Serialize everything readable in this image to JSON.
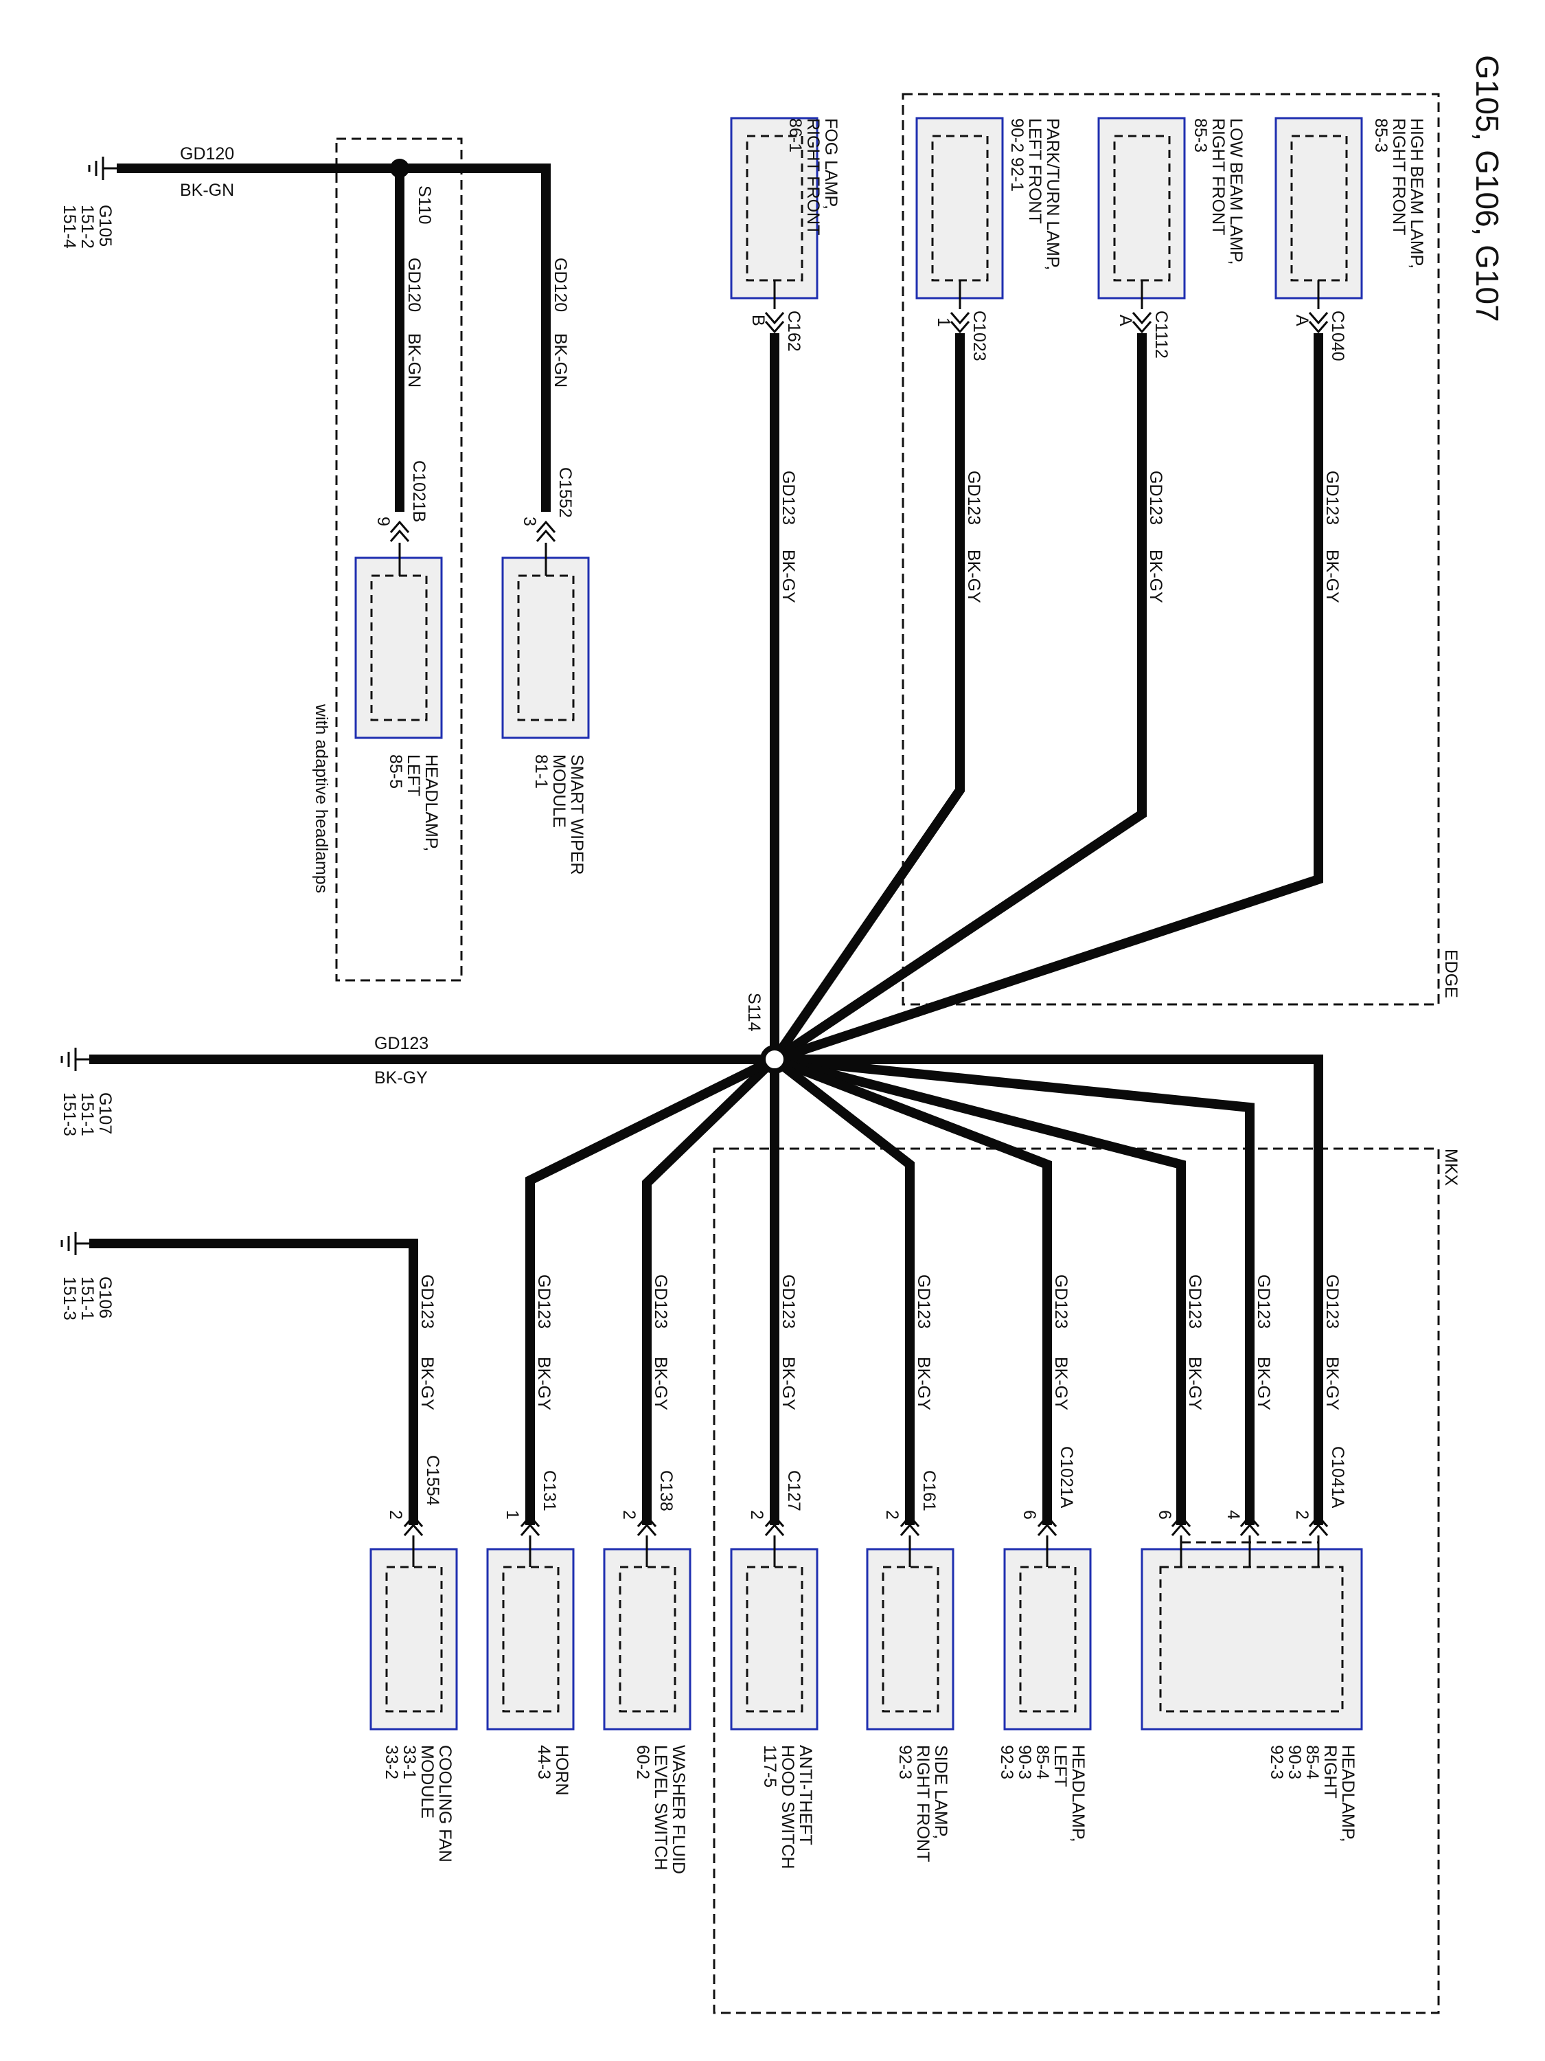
{
  "title": "G105, G106, G107",
  "regions": {
    "edge": "EDGE",
    "mkx": "MKX",
    "adaptive": "with adaptive headlamps"
  },
  "splices": {
    "s110": "S110",
    "s114": "S114"
  },
  "grounds": [
    {
      "id": "g105",
      "lines": [
        "G105",
        "151-2",
        "151-4"
      ]
    },
    {
      "id": "g107",
      "lines": [
        "G107",
        "151-1",
        "151-3"
      ]
    },
    {
      "id": "g106",
      "lines": [
        "G106",
        "151-1",
        "151-3"
      ]
    }
  ],
  "wires": {
    "gd120_top": {
      "circuit": "GD120",
      "color": "BK-GN"
    },
    "gd123_main": {
      "circuit": "GD123",
      "color": "BK-GY"
    }
  },
  "top_components": [
    {
      "id": "fog",
      "lines": [
        "FOG LAMP,",
        "RIGHT FRONT",
        "86-1"
      ],
      "connector": "C162",
      "pin": "B",
      "circuit": "GD123",
      "color": "BK-GY"
    },
    {
      "id": "park",
      "lines": [
        "PARK/TURN LAMP,",
        "LEFT FRONT",
        "90-2    92-1"
      ],
      "connector": "C1023",
      "pin": "1",
      "circuit": "GD123",
      "color": "BK-GY"
    },
    {
      "id": "lowbeam",
      "lines": [
        "LOW BEAM LAMP,",
        "RIGHT FRONT",
        "85-3"
      ],
      "connector": "C1112",
      "pin": "A",
      "circuit": "GD123",
      "color": "BK-GY"
    },
    {
      "id": "highbeam",
      "lines": [
        "HIGH BEAM LAMP,",
        "RIGHT FRONT",
        "85-3"
      ],
      "connector": "C1040",
      "pin": "A",
      "circuit": "GD123",
      "color": "BK-GY"
    }
  ],
  "mid_components": [
    {
      "id": "wiper",
      "lines": [
        "SMART WIPER",
        "MODULE",
        "81-1"
      ],
      "connector": "C1552",
      "pin": "3",
      "circuit": "GD120",
      "color": "BK-GN"
    },
    {
      "id": "hl_left_adaptive",
      "lines": [
        "HEADLAMP,",
        "LEFT",
        "85-5"
      ],
      "connector": "C1021B",
      "pin": "9",
      "circuit": "GD120",
      "color": "BK-GN"
    }
  ],
  "bottom_components": [
    {
      "id": "fan",
      "lines": [
        "COOLING FAN",
        "MODULE",
        "33-1",
        "33-2"
      ],
      "connector": "C1554",
      "pin": "2",
      "circuit": "GD123",
      "color": "BK-GY"
    },
    {
      "id": "horn",
      "lines": [
        "HORN",
        "44-3"
      ],
      "connector": "C131",
      "pin": "1",
      "circuit": "GD123",
      "color": "BK-GY"
    },
    {
      "id": "washer",
      "lines": [
        "WASHER FLUID",
        "LEVEL SWITCH",
        "60-2"
      ],
      "connector": "C138",
      "pin": "2",
      "circuit": "GD123",
      "color": "BK-GY"
    },
    {
      "id": "antitheft",
      "lines": [
        "ANTI-THEFT",
        "HOOD SWITCH",
        "117-5"
      ],
      "connector": "C127",
      "pin": "2",
      "circuit": "GD123",
      "color": "BK-GY"
    },
    {
      "id": "sidelamp",
      "lines": [
        "SIDE LAMP,",
        "RIGHT FRONT",
        "92-3"
      ],
      "connector": "C161",
      "pin": "2",
      "circuit": "GD123",
      "color": "BK-GY"
    },
    {
      "id": "hl_left",
      "lines": [
        "HEADLAMP,",
        "LEFT",
        "85-4",
        "90-3",
        "92-3"
      ],
      "connector": "C1021A",
      "pin": "6",
      "circuit": "GD123",
      "color": "BK-GY"
    },
    {
      "id": "hl_right",
      "lines": [
        "HEADLAMP,",
        "RIGHT",
        "85-4",
        "90-3",
        "92-3"
      ],
      "connector": "C1041A",
      "pins": [
        "6",
        "4",
        "2"
      ],
      "circuit": "GD123",
      "color": "BK-GY"
    }
  ]
}
